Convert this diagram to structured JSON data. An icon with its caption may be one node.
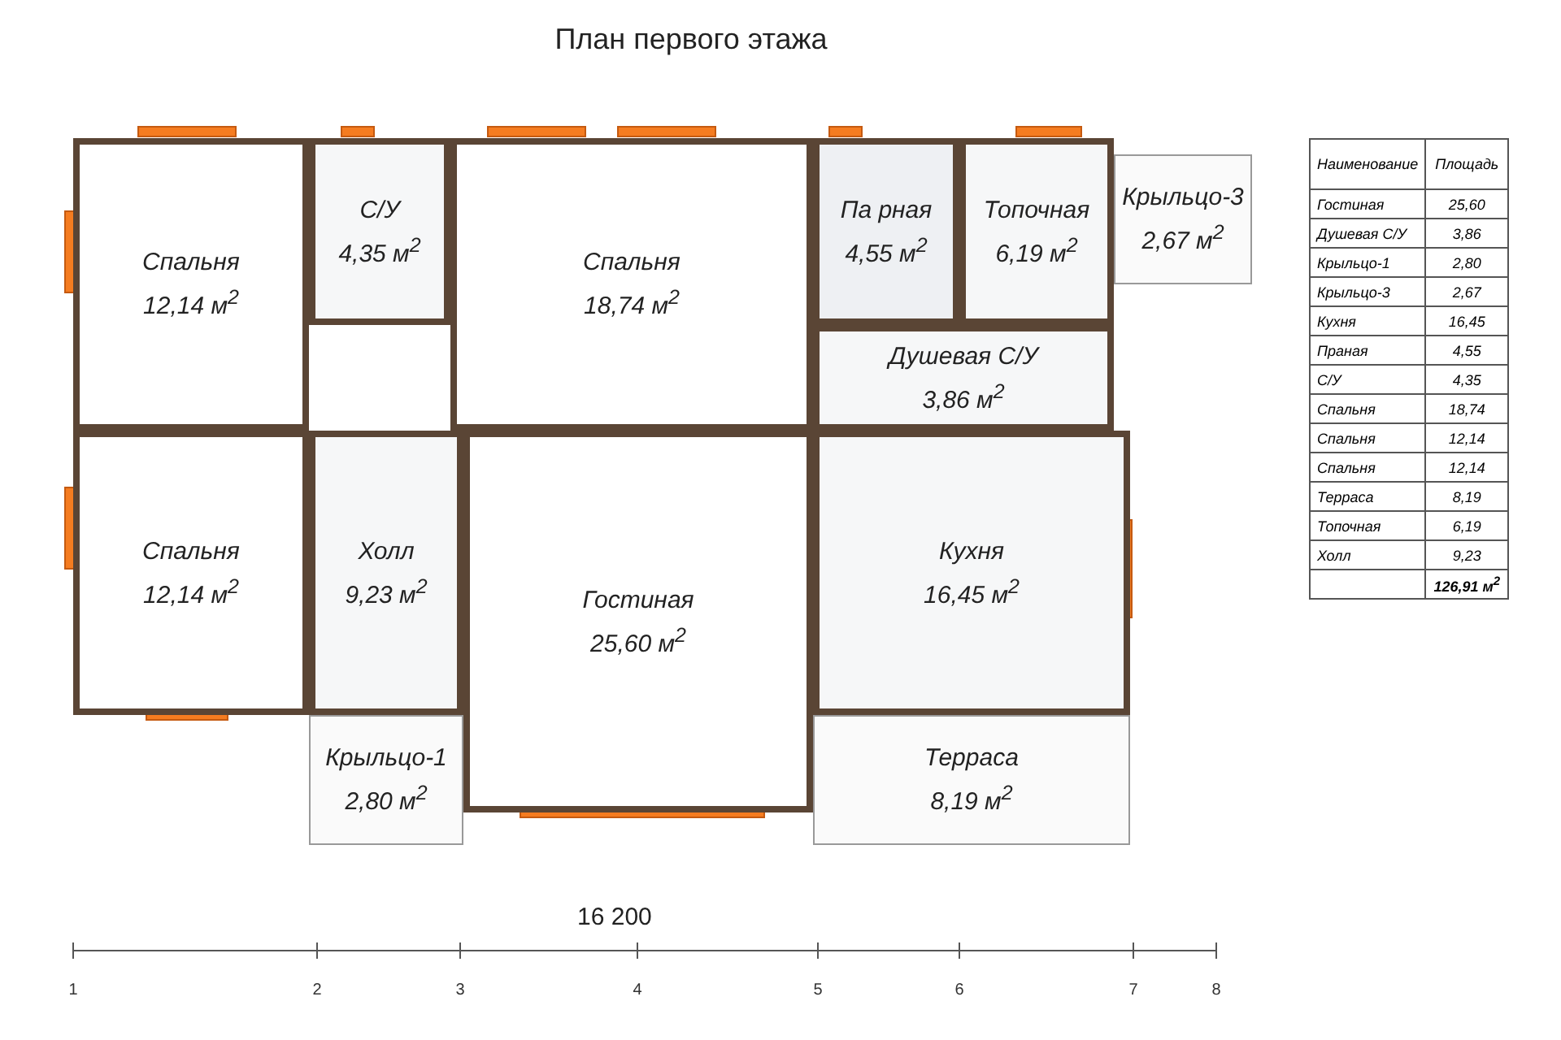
{
  "diagram": {
    "title": "План первого этажа",
    "nodes": [
      {
        "text": [
          "Спальня",
          "12,14 м$^{2}$"
        ]
      },
      {
        "text": [
          "С/У",
          "4,35 м$^{2}$"
        ]
      },
      {
        "text": [
          "Спальня",
          "18,74 м$^{2}$"
        ]
      },
      {
        "text": [
          "Па рная",
          "4,55 м$^{2}$"
        ]
      },
      {
        "text": [
          "Топочная",
          "6,19 м$^{2}$"
        ]
      },
      {
        "text": [
          "Крыльцо-3",
          "2,67 м$^{2}$"
        ]
      },
      {
        "text": [
          "Душевая С/У",
          "3,86 м$^{2}$"
        ]
      },
      {
        "text": [
          "Спальня",
          "12,14 м$^{2}$"
        ]
      },
      {
        "text": [
          "Холл",
          "9,23 м$^{2}$"
        ]
      },
      {
        "text": [
          "Гостиная",
          "25,60 м$^{2}$"
        ]
      },
      {
        "text": [
          "Кухня",
          "16,45 м$^{2}$"
        ]
      },
      {
        "text": [
          "Крыльцо-1",
          "2,80 м$^{2}$"
        ]
      },
      {
        "text": [
          "Терраса",
          "8,19 м$^{2}$"
        ]
      }
    ],
    "labels": [
      "Наименование",
      "Площадь",
      "Гостиная",
      "25,60",
      "Душевая С/У",
      "3,86",
      "Крыльцо-1",
      "2,80",
      "Крыльцо-3",
      "2,67",
      "Кухня",
      "16,45",
      "Праная",
      "4,55",
      "С/У",
      "4,35",
      "Спальня",
      "18,74",
      "Спальня",
      "12,14",
      "Спальня",
      "12,14",
      "Терраса",
      "8,19",
      "Топочная",
      "6,19",
      "Холл",
      "9,23",
      "126,91 м$^{2}$",
      "16 200",
      "1",
      "2",
      "3",
      "4",
      "5",
      "6",
      "7",
      "8"
    ]
  }
}
